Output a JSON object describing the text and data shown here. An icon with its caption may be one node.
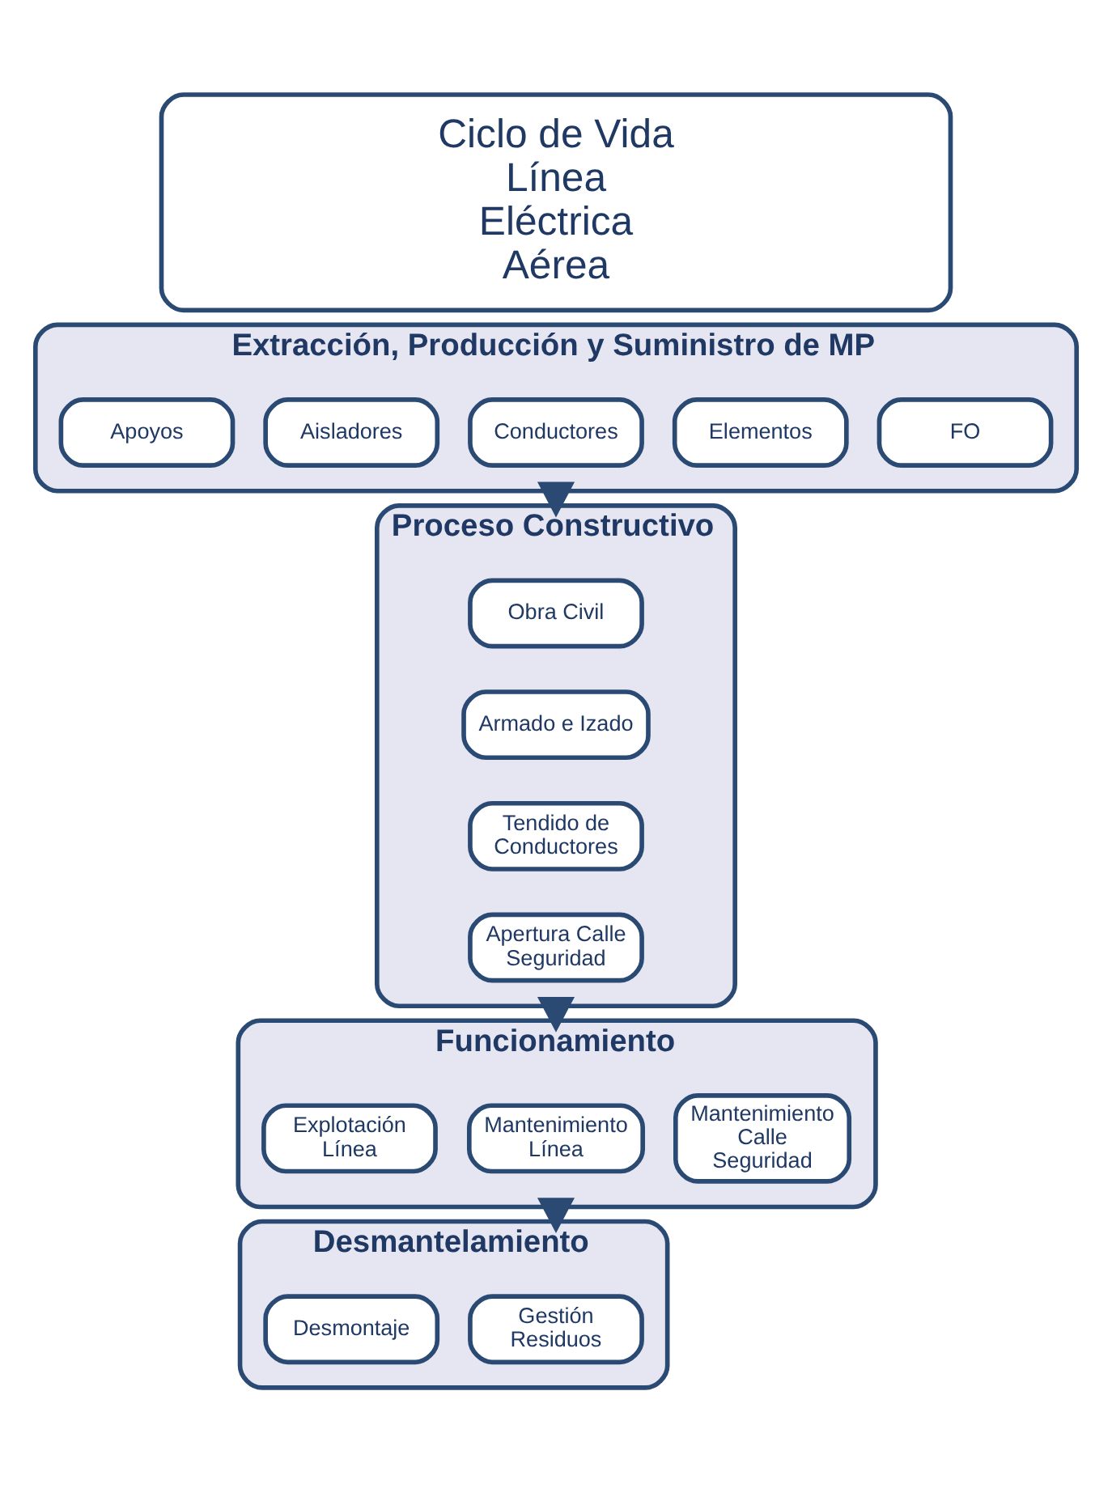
{
  "diagram": {
    "nodes": [
      {
        "text": [
          "Ciclo de Vida Línea Eléctrica Aérea"
        ]
      },
      {
        "text": [
          "Extracción, Producción y Suministro de MP"
        ]
      },
      {
        "text": [
          "Apoyos"
        ],
        "in": 1
      },
      {
        "text": [
          "Aisladores"
        ],
        "in": 1
      },
      {
        "text": [
          "Conductores"
        ],
        "in": 1
      },
      {
        "text": [
          "Elementos"
        ],
        "in": 1
      },
      {
        "text": [
          "FO"
        ],
        "in": 1
      },
      {
        "text": [
          "Proceso Constructivo"
        ]
      },
      {
        "text": [
          "Obra Civil"
        ],
        "in": 7
      },
      {
        "text": [
          "Armado e Izado"
        ],
        "in": 7
      },
      {
        "text": [
          "Tendido de Conductores"
        ],
        "in": 7
      },
      {
        "text": [
          "Apertura Calle Seguridad"
        ],
        "in": 7
      },
      {
        "text": [
          "Funcionamiento"
        ]
      },
      {
        "text": [
          "Explotación Línea"
        ],
        "in": 12
      },
      {
        "text": [
          "Mantenimiento Línea"
        ],
        "in": 12
      },
      {
        "text": [
          "Mantenimiento Calle Seguridad"
        ],
        "in": 12
      },
      {
        "text": [
          "Desmantelamiento"
        ]
      },
      {
        "text": [
          "Desmontaje"
        ],
        "in": 16
      },
      {
        "text": [
          "Gestión Residuos"
        ],
        "in": 16
      }
    ],
    "edges": [
      {
        "from": 1,
        "to": 7,
        "arrow": "to"
      },
      {
        "from": 7,
        "to": 12,
        "arrow": "to"
      },
      {
        "from": 12,
        "to": 16,
        "arrow": "to"
      }
    ]
  }
}
